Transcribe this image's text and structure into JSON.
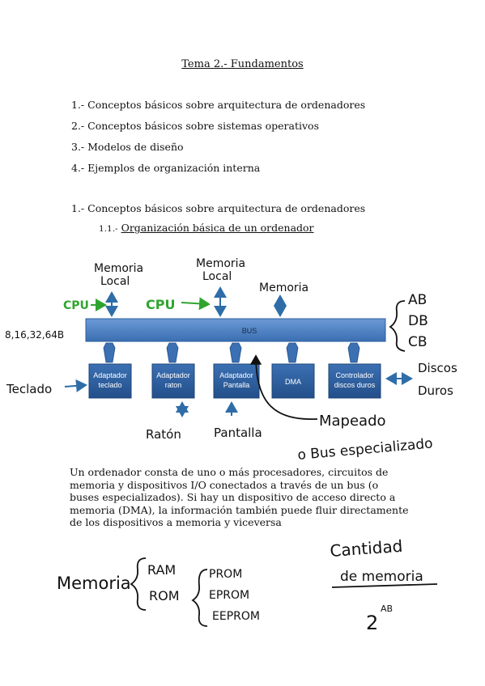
{
  "title": "Tema 2.- Fundamentos",
  "toc": [
    "1.- Conceptos básicos sobre arquitectura de ordenadores",
    "2.- Conceptos básicos sobre sistemas operativos",
    "3.- Modelos de diseño",
    "4.- Ejemplos de organización interna"
  ],
  "section": "1.- Conceptos básicos sobre arquitectura de ordenadores",
  "subsection": {
    "number": "1.1.-",
    "title": "Organización básica de un ordenador"
  },
  "diagram": {
    "bus_label": "BUS",
    "boxes": [
      [
        "Adaptador",
        "teclado"
      ],
      [
        "Adaptador",
        "raton"
      ],
      [
        "Adaptador",
        "Pantalla"
      ],
      [
        "DMA"
      ],
      [
        "Controlador",
        "discos duros"
      ]
    ],
    "notes": {
      "mem_local_1": [
        "Memoria",
        "Local"
      ],
      "mem_local_2": [
        "Memoria",
        "Local"
      ],
      "memoria": "Memoria",
      "cpu_1": "CPU",
      "cpu_2": "CPU",
      "bits": "8,16,32,64B",
      "bus_types": [
        "AB",
        "DB",
        "CB"
      ],
      "teclado": "Teclado",
      "raton": "Ratón",
      "pantalla": "Pantalla",
      "discos": [
        "Discos",
        "Duros"
      ],
      "mapeado": "Mapeado",
      "bus_especializado": "o Bus especializado"
    },
    "colors": {
      "box": "#2c5f9e",
      "box_dark": "#1d4578",
      "arrow": "#2e6da8",
      "bus": "#4a7fc0",
      "cpu": "#2fa52f"
    }
  },
  "paragraph": "Un ordenador consta de uno o más procesadores, circuitos de memoria y dispositivos I/O conectados a través de un bus (o buses especializados). Si hay un dispositivo de acceso directo a memoria (DMA), la información también puede fluir directamente de los dispositivos a memoria y viceversa",
  "handwritten": {
    "memoria": "Memoria",
    "ram": "RAM",
    "rom": "ROM",
    "prom": "PROM",
    "eprom": "EPROM",
    "eeprom": "EEPROM",
    "cantidad": [
      "Cantidad",
      "de memoria"
    ],
    "base": "2",
    "exponent": "AB"
  }
}
